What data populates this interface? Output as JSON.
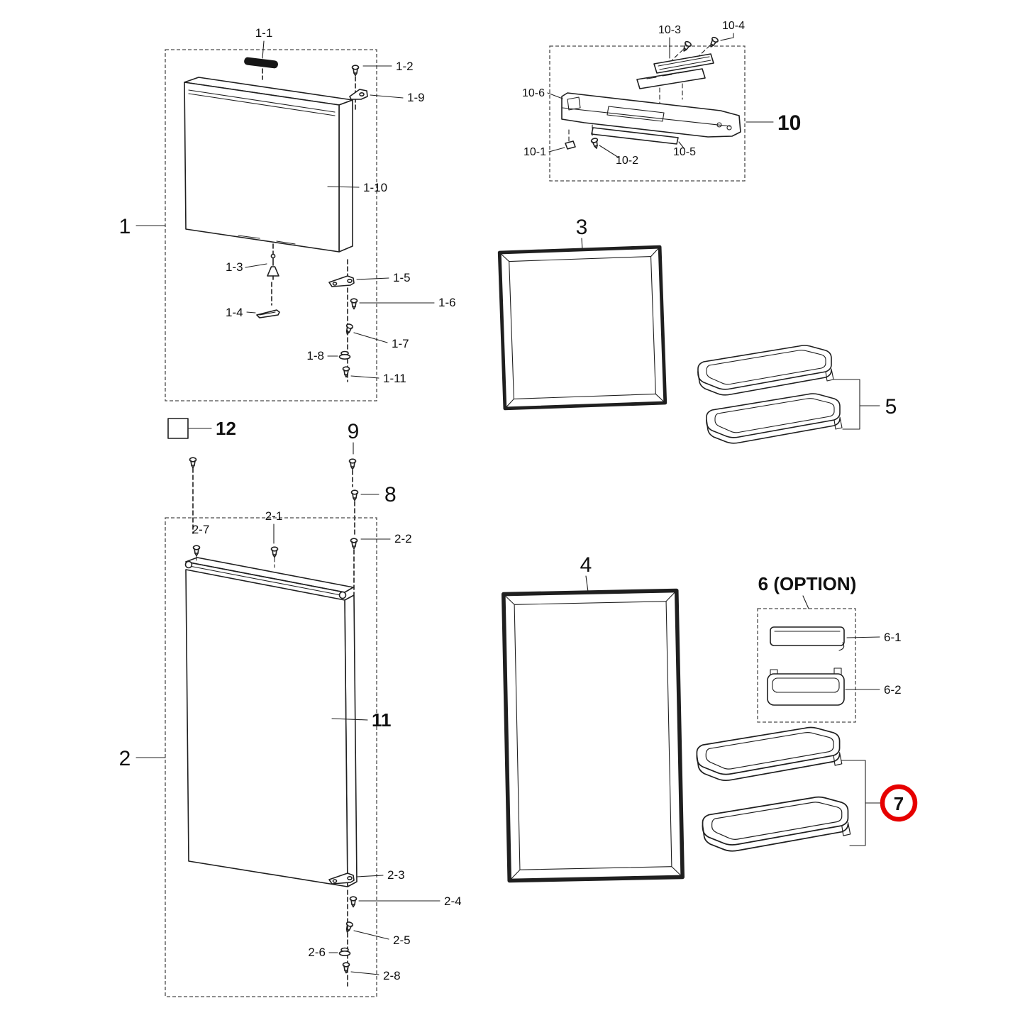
{
  "figure": {
    "kind": "refrigerator-door-exploded-parts-diagram",
    "line_color": "#1f1f1f",
    "highlight_color": "#e60000"
  },
  "callouts": {
    "c1": "1",
    "c1_1": "1-1",
    "c1_2": "1-2",
    "c1_3": "1-3",
    "c1_4": "1-4",
    "c1_5": "1-5",
    "c1_6": "1-6",
    "c1_7": "1-7",
    "c1_8": "1-8",
    "c1_9": "1-9",
    "c1_10": "1-10",
    "c1_11": "1-11",
    "c2": "2",
    "c2_1": "2-1",
    "c2_2": "2-2",
    "c2_3": "2-3",
    "c2_4": "2-4",
    "c2_5": "2-5",
    "c2_6": "2-6",
    "c2_7": "2-7",
    "c2_8": "2-8",
    "c3": "3",
    "c4": "4",
    "c5": "5",
    "c6": "6 (OPTION)",
    "c6_1": "6-1",
    "c6_2": "6-2",
    "c7": "7",
    "c8": "8",
    "c9": "9",
    "c10": "10",
    "c10_1": "10-1",
    "c10_2": "10-2",
    "c10_3": "10-3",
    "c10_4": "10-4",
    "c10_5": "10-5",
    "c10_6": "10-6",
    "c11": "11",
    "c12": "12"
  }
}
